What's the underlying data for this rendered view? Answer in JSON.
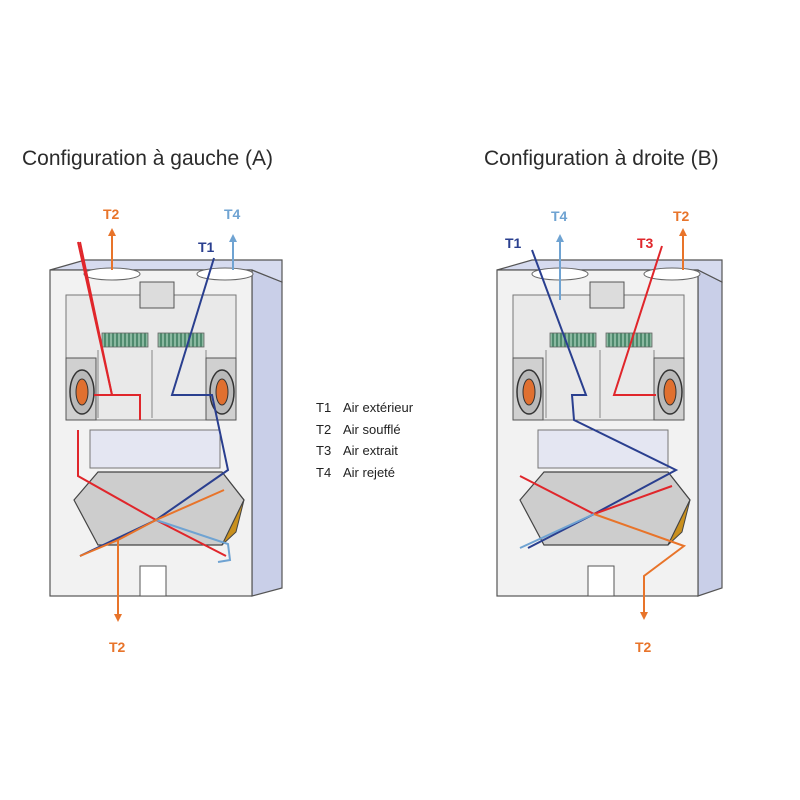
{
  "titles": {
    "left": "Configuration à gauche (A)",
    "right": "Configuration à droite (B)"
  },
  "labels": {
    "t1": "T1",
    "t2": "T2",
    "t3": "T3",
    "t4": "T4"
  },
  "legend": [
    {
      "code": "T1",
      "text": "Air extérieur"
    },
    {
      "code": "T2",
      "text": "Air soufflé"
    },
    {
      "code": "T3",
      "text": "Air extrait"
    },
    {
      "code": "T4",
      "text": "Air rejeté"
    }
  ],
  "colors": {
    "t1_outdoor": "#2a3f8f",
    "t2_supply": "#e8742a",
    "t3_extract": "#e0262b",
    "t4_exhaust": "#6fa3d2",
    "unit_side": "#c9cfe8",
    "unit_line": "#555555"
  }
}
